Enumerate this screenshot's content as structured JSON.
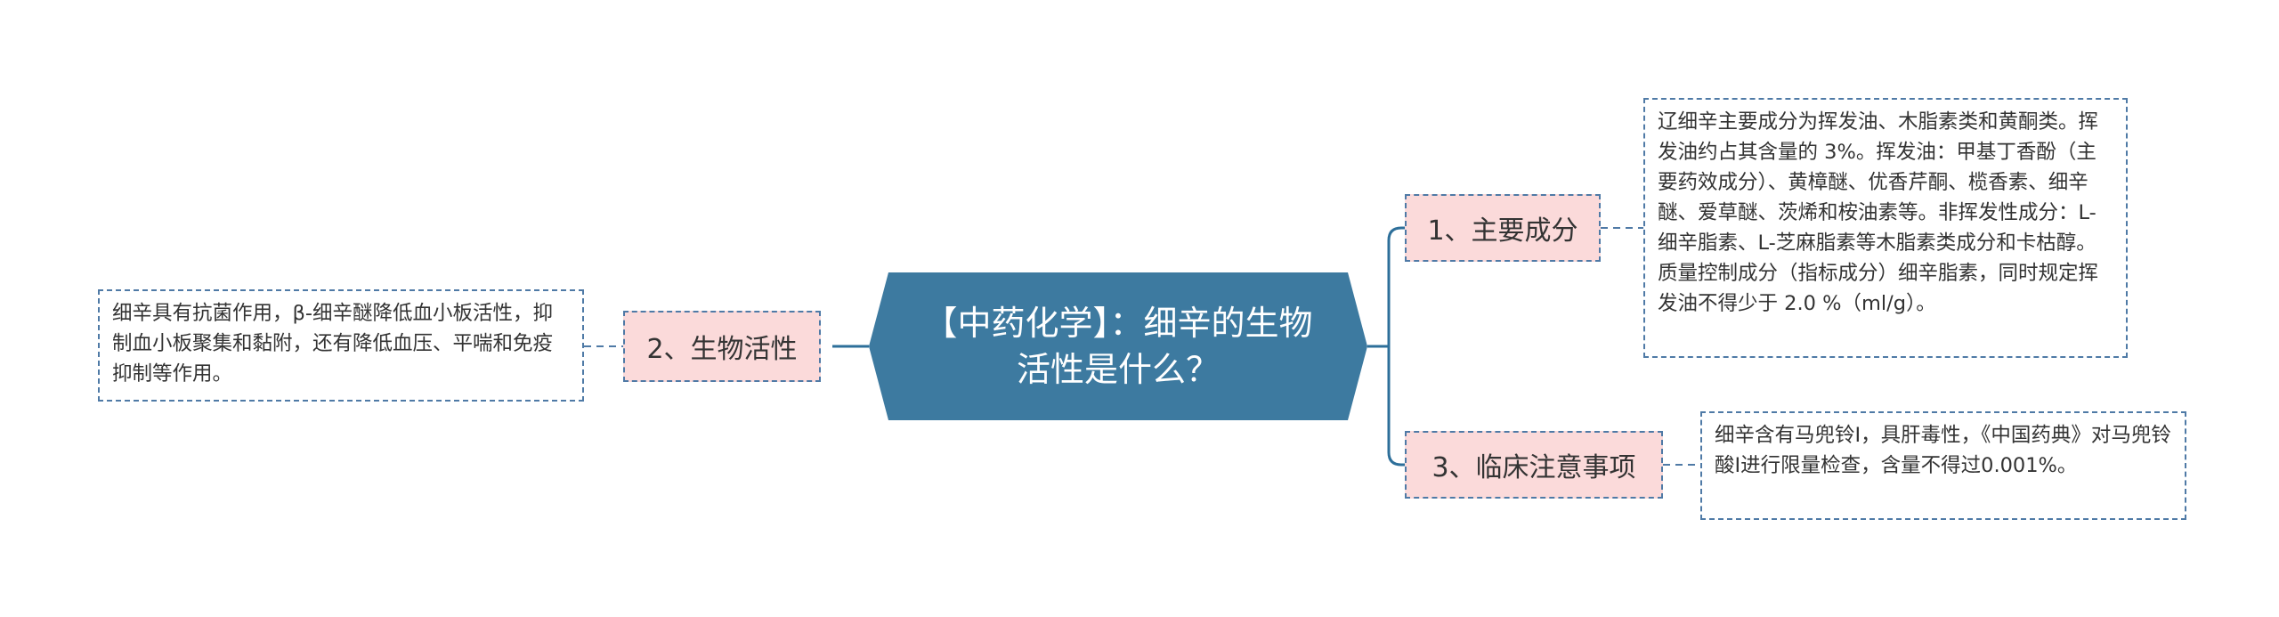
{
  "center": {
    "title": "【中药化学】：细辛的生物活性是什么？",
    "color": "#3d7aa0"
  },
  "branches": [
    {
      "label": "1、主要成分",
      "detail": "辽细辛主要成分为挥发油、木脂素类和黄酮类。挥发油约占其含量的 3%。挥发油：甲基丁香酚（主要药效成分）、黄樟醚、优香芹酮、榄香素、细辛醚、爱草醚、茨烯和桉油素等。非挥发性成分：L-细辛脂素、L-芝麻脂素等木脂素类成分和卡枯醇。质量控制成分（指标成分）细辛脂素，同时规定挥发油不得少于 2.0 %（ml/g）。"
    },
    {
      "label": "2、生物活性",
      "detail": "细辛具有抗菌作用，β-细辛醚降低血小板活性，抑制血小板聚集和黏附，还有降低血压、平喘和免疫抑制等作用。"
    },
    {
      "label": "3、临床注意事项",
      "detail": "细辛含有马兜铃Ⅰ，具肝毒性，《中国药典》对马兜铃酸Ⅰ进行限量检查，含量不得过0.001%。"
    }
  ],
  "colors": {
    "branch_fill": "#fbdada",
    "border": "#4f7aa6",
    "connector": "#2d6f9a"
  }
}
